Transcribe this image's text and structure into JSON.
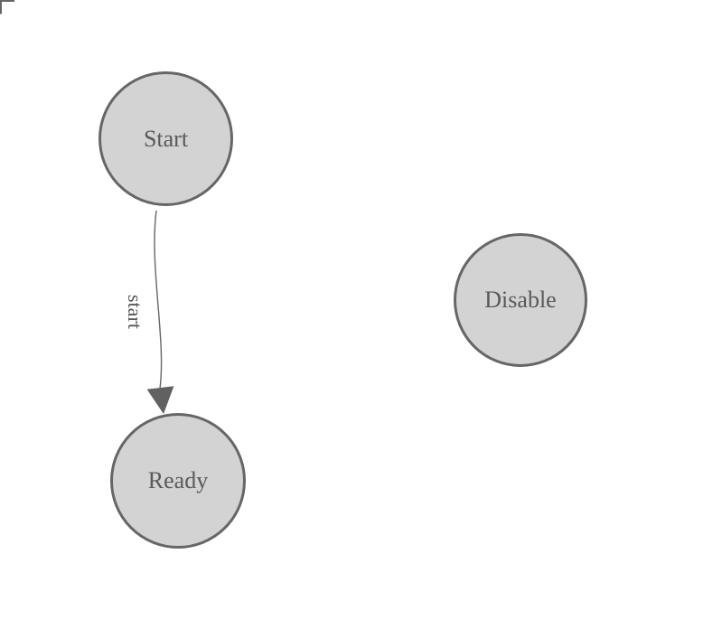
{
  "diagram": {
    "nodes": [
      {
        "id": "start",
        "label": "Start"
      },
      {
        "id": "ready",
        "label": "Ready"
      },
      {
        "id": "disable",
        "label": "Disable"
      }
    ],
    "edges": [
      {
        "from": "start",
        "to": "ready",
        "label": "start"
      }
    ],
    "colors": {
      "background": "#ffffff",
      "node_fill": "#d3d3d3",
      "node_border": "#666666",
      "edge_stroke": "#666666",
      "arrowhead_fill": "#616161",
      "label_text": "#595959",
      "corner_mark": "#666666"
    }
  }
}
